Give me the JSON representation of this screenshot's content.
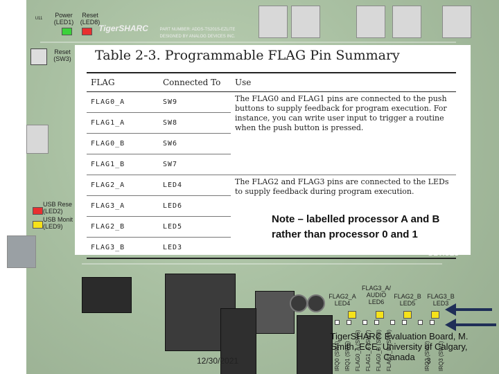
{
  "slide": {
    "board_labels": {
      "power": "Power\n(LED1)",
      "reset_led": "Reset\n(LED8)",
      "reset_sw": "Reset\n(SW3)",
      "usb_reset": "USB Rese\n(LED2)",
      "usb_monitor": "USB Monit\n(LED9)",
      "flag3_audio": "FLAG3_A/\nAUDIO\nLED6",
      "flag2_a": "FLAG2_A\nLED4",
      "flag2_b": "FLAG2_B\nLED5",
      "flag3_b": "FLAG3_B\nLED3",
      "brand": "TigerSHARC",
      "part_number": "PART NUMBER: ADDS-TS201S-EZLITE",
      "designed_by": "DESIGNED BY ANALOG DEVICES INC.",
      "devices": "DEVICES",
      "switches": [
        "IRQ0 (SW4)",
        "IRQ1 (SW5)",
        "FLAG0_A (SW6)",
        "FLAG1_A (SW7)",
        "FLAG0_B (SW8)",
        "FLAG1_B (SW9)",
        "IRQ2 (SW2)",
        "IRQ3 (SW1)"
      ]
    },
    "table": {
      "title": "Table 2-3. Programmable FLAG Pin Summary",
      "headers": [
        "FLAG",
        "Connected To",
        "Use"
      ],
      "rows": [
        {
          "flag": "FLAG0_A",
          "conn": "SW9"
        },
        {
          "flag": "FLAG1_A",
          "conn": "SW8"
        },
        {
          "flag": "FLAG0_B",
          "conn": "SW6"
        },
        {
          "flag": "FLAG1_B",
          "conn": "SW7"
        },
        {
          "flag": "FLAG2_A",
          "conn": "LED4"
        },
        {
          "flag": "FLAG3_A",
          "conn": "LED6"
        },
        {
          "flag": "FLAG2_B",
          "conn": "LED5"
        },
        {
          "flag": "FLAG3_B",
          "conn": "LED3"
        }
      ],
      "use_1": "The FLAG0 and FLAG1 pins are connected to the push buttons to supply feedback for program execution. For instance, you can write user input to trigger a routine when the push button is pressed.",
      "use_2": "The FLAG2 and FLAG3 pins are connected to the LEDs to supply feedback during program execution."
    },
    "note": "Note – labelled processor A and B\nrather than processor 0 and 1",
    "credit": "TigerSHARC Evaluation Board, M. Smith, ECE, University of Calgary, Canada",
    "date": "12/30/2021",
    "page_number": "3"
  },
  "colors": {
    "board": "#a9c0a2",
    "arrow": "#1f2e57",
    "led_green": "#3bd13b",
    "led_red": "#e83030",
    "led_yellow": "#f5e21a"
  }
}
